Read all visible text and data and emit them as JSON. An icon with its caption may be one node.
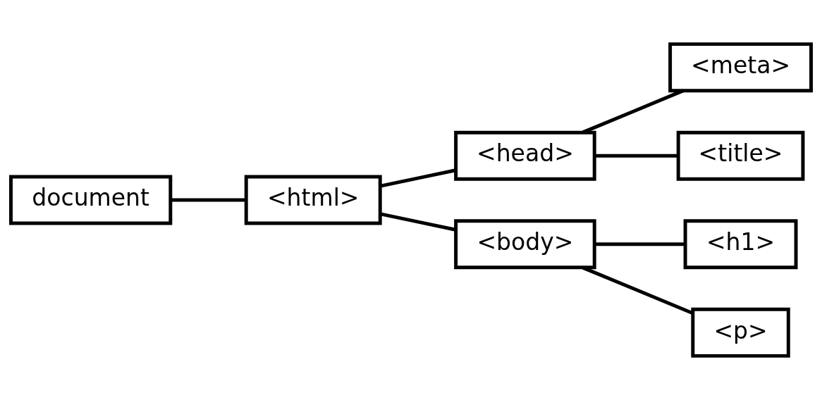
{
  "diagram": {
    "nodes": [
      {
        "text": [
          "document"
        ]
      },
      {
        "text": [
          "<html>"
        ]
      },
      {
        "text": [
          "<head>"
        ]
      },
      {
        "text": [
          "<body>"
        ]
      },
      {
        "text": [
          "<meta>"
        ]
      },
      {
        "text": [
          "<title>"
        ]
      },
      {
        "text": [
          "<h1>"
        ]
      },
      {
        "text": [
          "<p>"
        ]
      }
    ],
    "edges": [
      {
        "from": 0,
        "to": 1,
        "arrow": "none"
      },
      {
        "from": 1,
        "to": 2,
        "arrow": "none"
      },
      {
        "from": 1,
        "to": 3,
        "arrow": "none"
      },
      {
        "from": 2,
        "to": 4,
        "arrow": "none"
      },
      {
        "from": 2,
        "to": 5,
        "arrow": "none"
      },
      {
        "from": 3,
        "to": 6,
        "arrow": "none"
      },
      {
        "from": 3,
        "to": 7,
        "arrow": "none"
      }
    ]
  }
}
